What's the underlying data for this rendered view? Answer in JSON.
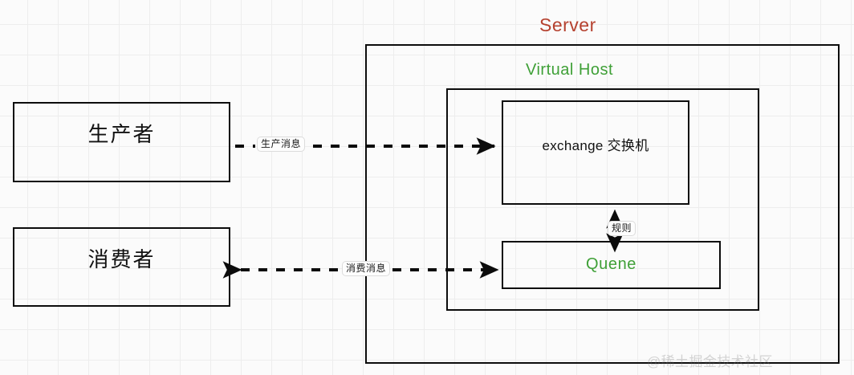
{
  "diagram": {
    "title": "RabbitMQ message flow diagram",
    "background": "#fbfbfb",
    "grid": "38px graph paper"
  },
  "groups": {
    "server": {
      "title": "Server",
      "color": "#b5412f"
    },
    "virtual_host": {
      "title": "Virtual Host",
      "color": "#3fa037"
    }
  },
  "nodes": {
    "producer": {
      "label": "生产者",
      "color": "#111111"
    },
    "consumer": {
      "label": "消费者",
      "color": "#111111"
    },
    "exchange": {
      "label": "exchange 交换机",
      "color": "#111111"
    },
    "quene": {
      "label": "Quene",
      "color": "#3fa037"
    }
  },
  "edges": {
    "produce": {
      "label": "生产消息",
      "from": "producer",
      "to": "exchange",
      "style": "dashed",
      "direction": "forward"
    },
    "consume": {
      "label": "消费消息",
      "from": "quene",
      "to": "consumer",
      "style": "dashed",
      "direction": "both"
    },
    "rule": {
      "label": "规则",
      "from": "exchange",
      "to": "quene",
      "style": "dotted",
      "direction": "both"
    }
  },
  "watermark": {
    "text": "@稀土掘金技术社区"
  }
}
